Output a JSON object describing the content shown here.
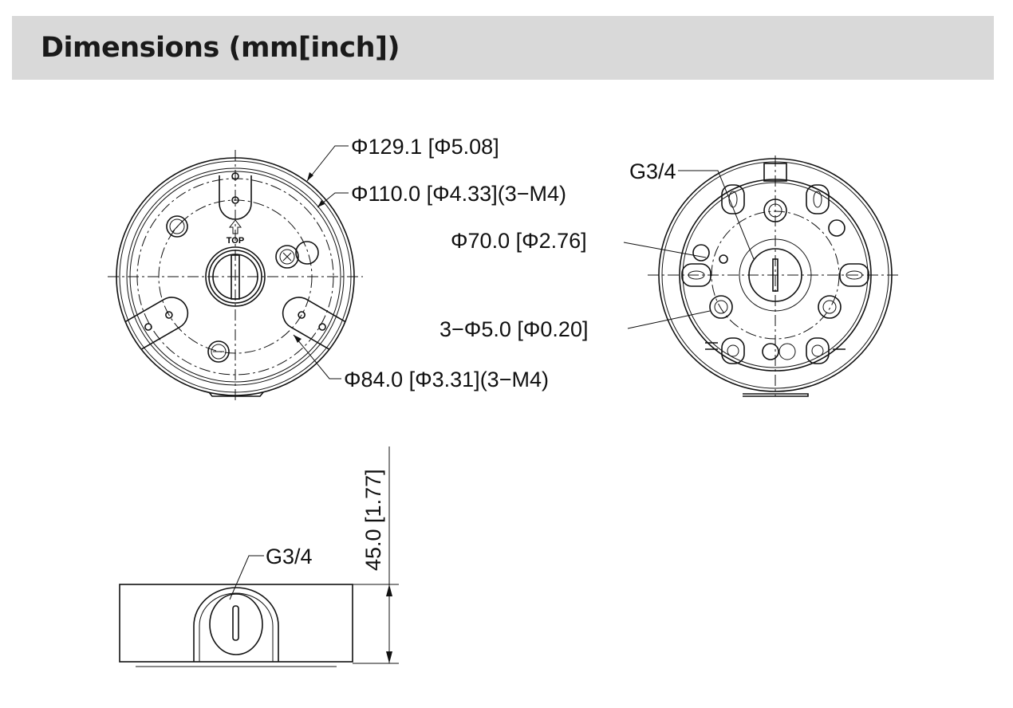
{
  "header": {
    "title": "Dimensions (mm[inch])"
  },
  "labels": {
    "outer_diameter": "Φ129.1 [Φ5.08]",
    "mount_diameter_110": "Φ110.0 [Φ4.33](3−M4)",
    "inner_diameter_70": "Φ70.0 [Φ2.76]",
    "holes": "3−Φ5.0 [Φ0.20]",
    "mount_diameter_84": "Φ84.0 [Φ3.31](3−M4)",
    "thread_back": "G3/4",
    "thread_side": "G3/4",
    "height": "45.0 [1.77]",
    "top_marker": "TOP"
  }
}
